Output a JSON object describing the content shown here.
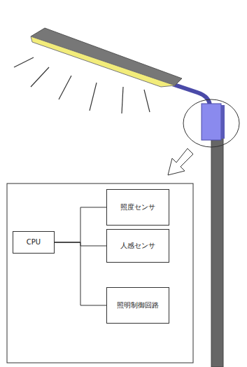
{
  "diagram": {
    "nodes": [
      {
        "text": [
          "CPU"
        ]
      },
      {
        "text": [
          "照度センサ"
        ]
      },
      {
        "text": [
          "人感センサ"
        ]
      },
      {
        "text": [
          "照明制御回路"
        ]
      }
    ],
    "edges": [
      {
        "from": 0,
        "to": 1,
        "arrow": "none"
      },
      {
        "from": 0,
        "to": 2,
        "arrow": "none"
      },
      {
        "from": 0,
        "to": 3,
        "arrow": "none"
      }
    ]
  }
}
